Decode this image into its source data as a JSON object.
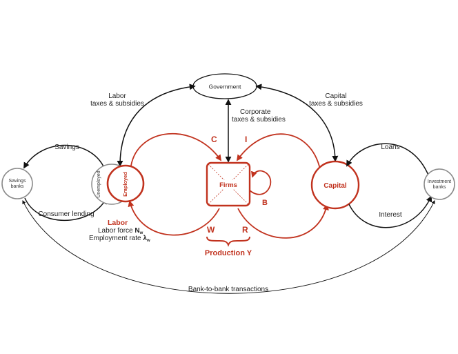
{
  "nodes": {
    "government": "Government",
    "savings_banks_line1": "Savings",
    "savings_banks_line2": "banks",
    "investment_banks_line1": "Investment",
    "investment_banks_line2": "banks",
    "unemployed": "Unemployed",
    "employed": "Employed",
    "firms": "Firms",
    "capital": "Capital"
  },
  "flows": {
    "labor_taxes_line1": "Labor",
    "labor_taxes_line2": "taxes & subsidies",
    "capital_taxes_line1": "Capital",
    "capital_taxes_line2": "taxes & subsidies",
    "corporate_taxes_line1": "Corporate",
    "corporate_taxes_line2": "taxes & subsidies",
    "savings": "Savings",
    "consumer_lending": "Consumer lending",
    "loans": "Loans",
    "interest": "Interest",
    "bank_to_bank": "Bank-to-bank transactions",
    "consumption": "C",
    "investment": "I",
    "wages": "W",
    "returns": "R",
    "firm_loop": "B"
  },
  "labor": {
    "title": "Labor",
    "force_label": "Labor force",
    "force_symbol": "N",
    "force_sub": "w",
    "rate_label": "Employment rate",
    "rate_symbol": "λ",
    "rate_sub": "w"
  },
  "production": {
    "label": "Production Y"
  },
  "colors": {
    "accent": "#c1321e",
    "black": "#111111",
    "gray": "#8a8a8a"
  }
}
